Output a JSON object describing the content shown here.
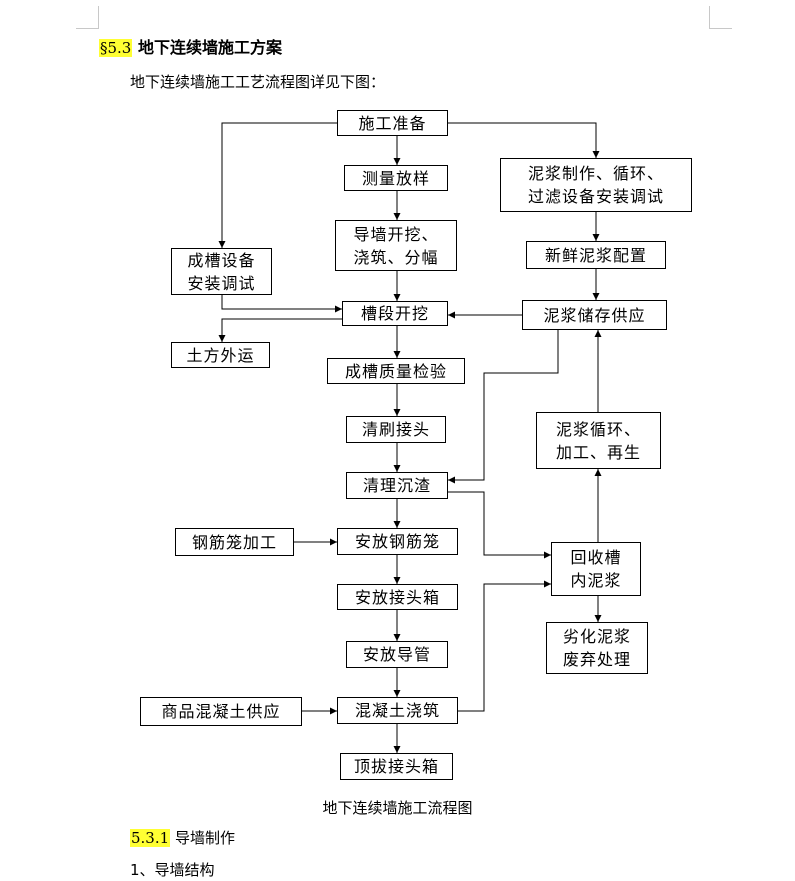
{
  "section": {
    "number": "§5.3",
    "title": "地下连续墙施工方案",
    "intro": "地下连续墙施工工艺流程图详见下图："
  },
  "flowchart": {
    "nodes": {
      "prep": "施工准备",
      "survey": "测量放样",
      "guide_wall": "导墙开挖、\n浇筑、分幅",
      "trench_equip": "成槽设备\n安装调试",
      "excavate": "槽段开挖",
      "earth_out": "土方外运",
      "quality": "成槽质量检验",
      "brush_joint": "清刷接头",
      "clear_sediment": "清理沉渣",
      "rebar_process": "钢筋笼加工",
      "place_rebar": "安放钢筋笼",
      "place_joint_box": "安放接头箱",
      "place_pipe": "安放导管",
      "concrete_supply": "商品混凝土供应",
      "pour_concrete": "混凝土浇筑",
      "lift_joint_box": "顶拔接头箱",
      "slurry_equip": "泥浆制作、循环、\n过滤设备安装调试",
      "fresh_slurry": "新鲜泥浆配置",
      "slurry_storage": "泥浆储存供应",
      "slurry_recycle": "泥浆循环、\n加工、再生",
      "recover_slurry": "回收槽\n内泥浆",
      "waste_slurry": "劣化泥浆\n废弃处理"
    },
    "caption": "地下连续墙施工流程图"
  },
  "subsection": {
    "number": "5.3.1",
    "title": "导墙制作"
  },
  "list_item": "1、导墙结构"
}
